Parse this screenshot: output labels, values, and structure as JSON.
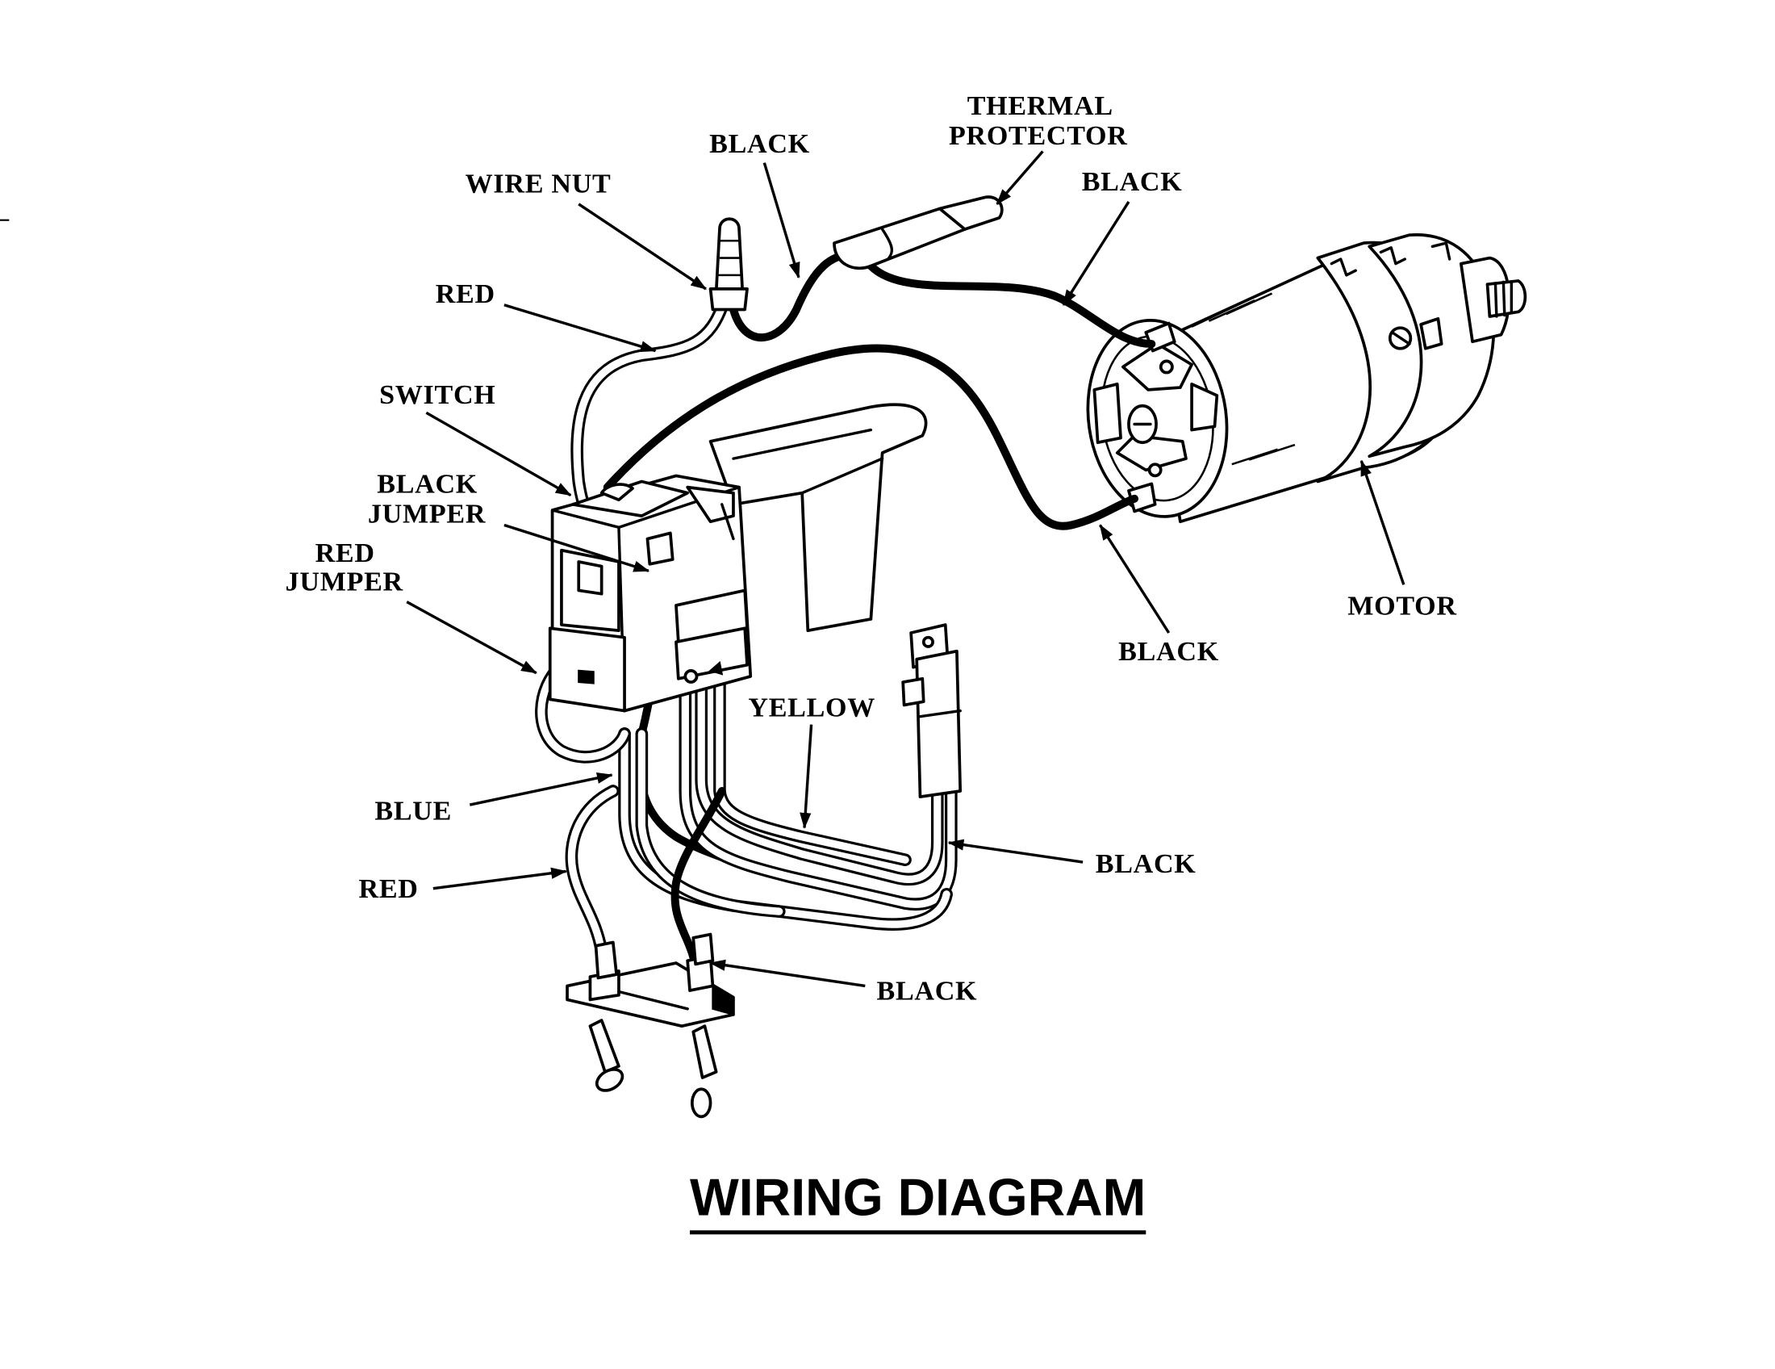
{
  "title": "WIRING DIAGRAM",
  "labels": {
    "wire_nut": "WIRE NUT",
    "black_top": "BLACK",
    "thermal_protector_1": "THERMAL",
    "thermal_protector_2": "PROTECTOR",
    "black_upper_right": "BLACK",
    "red_top": "RED",
    "switch": "SWITCH",
    "black_jumper_1": "BLACK",
    "black_jumper_2": "JUMPER",
    "red_jumper_1": "RED",
    "red_jumper_2": "JUMPER",
    "motor": "MOTOR",
    "black_motor_lower": "BLACK",
    "yellow": "YELLOW",
    "blue": "BLUE",
    "black_right": "BLACK",
    "red_bottom": "RED",
    "black_bottom": "BLACK"
  },
  "icons": {
    "arrowheads": "arrow-icon"
  }
}
